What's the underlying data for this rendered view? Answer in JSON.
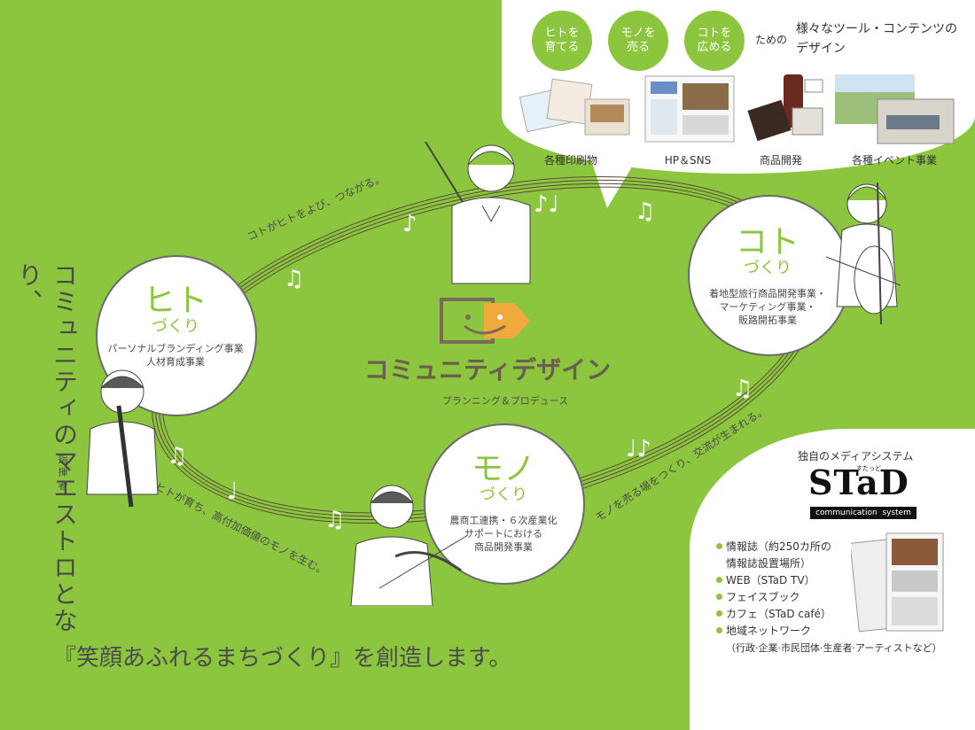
{
  "top_circles": [
    "ヒトを\n育てる",
    "モノを\n売る",
    "コトを\n広める"
  ],
  "top_tame": "ための",
  "top_heading": "様々なツール・コンテンツの\nデザイン",
  "tools": [
    "各種印刷物",
    "HP＆SNS",
    "商品開発",
    "各種イベント事業"
  ],
  "center_title": "コミュニティデザイン",
  "center_subtitle": "プランニング＆プロデュース",
  "hito": {
    "big": "ヒト",
    "sub": "づくり",
    "desc": "パーソナルブランディング事業\n人材育成事業"
  },
  "koto": {
    "big": "コト",
    "sub": "づくり",
    "desc": "着地型旅行商品開発事業・\nマーケティング事業・\n販路開拓事業"
  },
  "mono": {
    "big": "モノ",
    "sub": "づくり",
    "desc": "農商工連携・６次産業化\nサポートにおける\n商品開発事業"
  },
  "arc_hito_koto": "コトがヒトをよび、つながる。",
  "arc_koto_mono": "モノを売る場をつくり、交流が生まれる。",
  "arc_mono_hito": "ヒトが育ち、高付加価値のモノを生む。",
  "vertical_main": "コミュニティのマエストロとなり、",
  "vertical_small": "指揮者",
  "bottom_text": "『笑顔あふれるまちづくり』を創造します。",
  "stad": {
    "heading": "独自のメディアシステム",
    "logo": "STaD",
    "logo_small": "すたっど",
    "logo_sub": "communication  system",
    "items": [
      "情報誌（約250カ所の",
      "情報誌設置場所）",
      "WEB（STaD TV）",
      "フェイスブック",
      "カフェ（STaD café）",
      "地域ネットワーク",
      "（行政·企業·市民団体·生産者·アーティストなど）"
    ],
    "bullets": [
      true,
      false,
      true,
      true,
      true,
      true,
      false
    ]
  },
  "colors": {
    "green": "#8cc63f",
    "dark": "#6b6b6b",
    "orange": "#f0a93a",
    "gray_text": "#4a4a4a"
  }
}
